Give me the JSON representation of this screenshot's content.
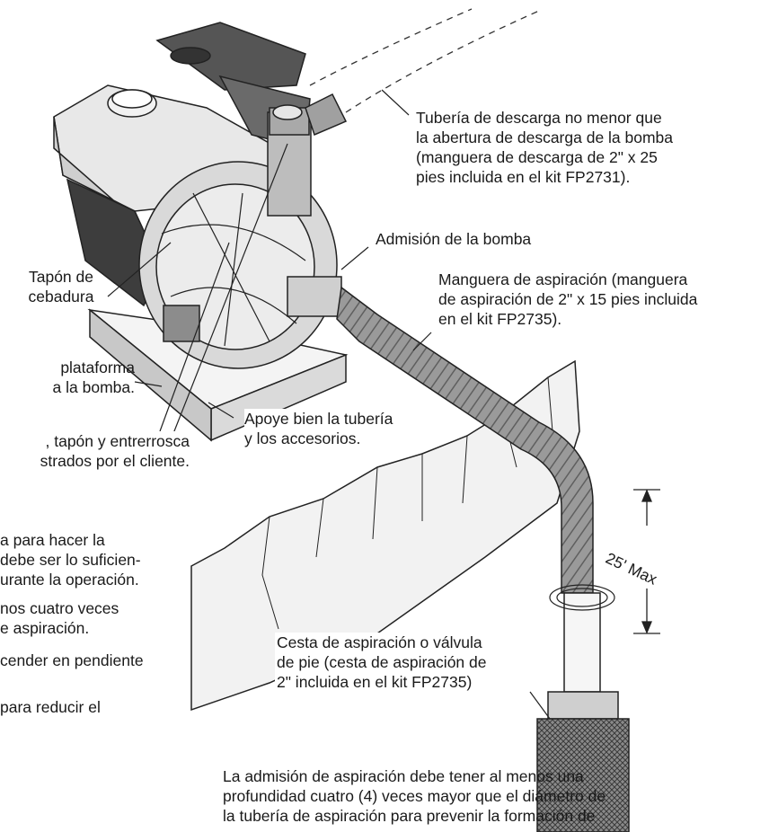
{
  "labels": {
    "discharge_pipe": [
      "Tubería de descarga no menor que",
      "la abertura de descarga de la bomba",
      "(manguera de descarga de 2\" x 25",
      "pies incluida en el kit FP2731)."
    ],
    "pump_inlet": "Admisión de la bomba",
    "suction_hose": [
      "Manguera de aspiración (manguera",
      "de aspiración de 2\" x 15 pies incluida",
      "en el kit FP2735)."
    ],
    "priming_plug": [
      "Tapón de",
      "cebadura"
    ],
    "platform": [
      "plataforma",
      "a la bomba."
    ],
    "customer_parts": [
      ", tapón y entrerrosca",
      "strados por el cliente."
    ],
    "support": [
      "Apoye bien la tubería",
      "y los accesorios."
    ],
    "notes_left": [
      "a para hacer la",
      "debe ser lo suficien-",
      "urante la operación.",
      "nos cuatro veces",
      "e aspiración.",
      "cender en pendiente",
      "para reducir el"
    ],
    "max_height": "25' Max",
    "strainer": [
      "Cesta de aspiración o válvula",
      "de pie (cesta de aspiración de",
      "2\" incluida en el kit FP2735)"
    ],
    "bottom_note": [
      "La admisión de aspiración debe tener al menos una",
      "profundidad cuatro (4) veces mayor que el diámetro de",
      "la tubería de aspiración para prevenir la formación de"
    ]
  }
}
